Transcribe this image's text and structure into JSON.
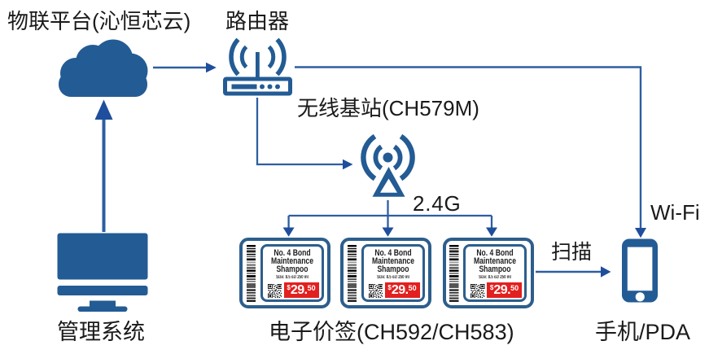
{
  "diagram": {
    "labels": {
      "iot_platform": "物联平台(沁恒芯云)",
      "router": "路由器",
      "base_station": "无线基站(CH579M)",
      "frequency": "2.4G",
      "wifi": "Wi-Fi",
      "scan": "扫描",
      "esl": "电子价签(CH592/CH583)",
      "management_system": "管理系统",
      "phone_pda": "手机/PDA"
    },
    "esl_tag": {
      "product_line1": "No. 4 Bond",
      "product_line2": "Maintenance",
      "product_line3": "Shampoo",
      "size": "Size: 8.5 oz/ 250 ml",
      "currency": "$",
      "price_main": "29.",
      "price_cents": "50"
    },
    "tag_instances": 3,
    "colors": {
      "icon_blue": "#235B94",
      "tag_border": "#2D5E8C",
      "arrow_line": "#2E5EA1",
      "arrow_head": "#1E4E9C",
      "price_red": "#E2201F",
      "text": "#1A1A1A",
      "background": "#FFFFFF"
    }
  }
}
